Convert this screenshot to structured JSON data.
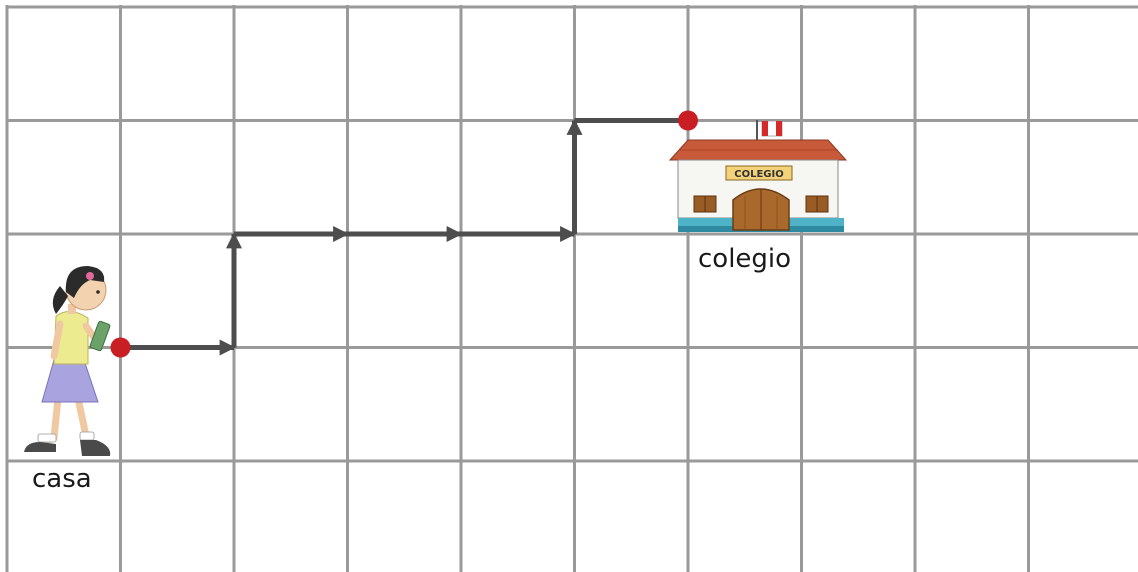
{
  "labels": {
    "start": "casa",
    "end": "colegio",
    "school_sign": "COLEGIO"
  },
  "grid": {
    "columns": 10,
    "rows": 5
  },
  "path": {
    "start_node": [
      1,
      1
    ],
    "end_node": [
      6,
      3
    ],
    "moves": [
      "right",
      "up",
      "right",
      "right",
      "right",
      "up",
      "right"
    ]
  },
  "colors": {
    "grid_line": "#9a9a9a",
    "path": "#4d4d4d",
    "point": "#c81e24"
  },
  "icons": {
    "start": "girl-walking-icon",
    "end": "school-building-icon",
    "flag": "peru-flag-icon"
  }
}
